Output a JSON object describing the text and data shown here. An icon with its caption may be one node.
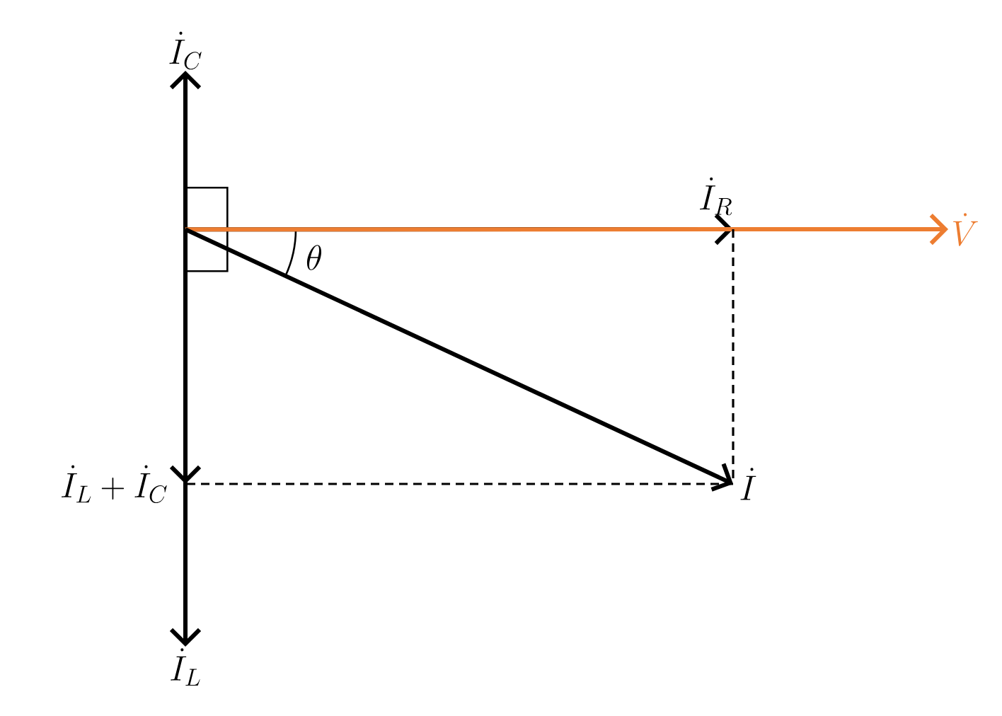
{
  "diagram": {
    "nodes": [
      {
        "text": [
          "\\dot{I}_C"
        ]
      },
      {
        "text": [
          "\\dot{V}"
        ]
      },
      {
        "text": [
          "\\dot{I}_R"
        ]
      },
      {
        "text": [
          "\\dot{I}"
        ]
      },
      {
        "text": [
          "\\dot{I}_L+\\dot{I}_C"
        ]
      },
      {
        "text": [
          "\\dot{I}_L"
        ]
      },
      {
        "text": [],
        "shape": "box"
      }
    ],
    "edges": [
      {
        "from": 6,
        "to": 0,
        "arrow": "to"
      },
      {
        "from": 6,
        "to": 2,
        "arrow": "to"
      },
      {
        "from": 6,
        "to": 1,
        "arrow": "to",
        "color": "#ed7d31"
      },
      {
        "from": 6,
        "to": 3,
        "arrow": "to"
      },
      {
        "from": 6,
        "to": 4,
        "arrow": "to"
      },
      {
        "from": 6,
        "to": 5,
        "arrow": "to"
      },
      {
        "from": 2,
        "to": 3,
        "arrow": "none",
        "style": "dashed"
      },
      {
        "from": 3,
        "to": 4,
        "arrow": "none",
        "style": "dashed"
      }
    ],
    "labels": [
      "\\theta"
    ]
  }
}
